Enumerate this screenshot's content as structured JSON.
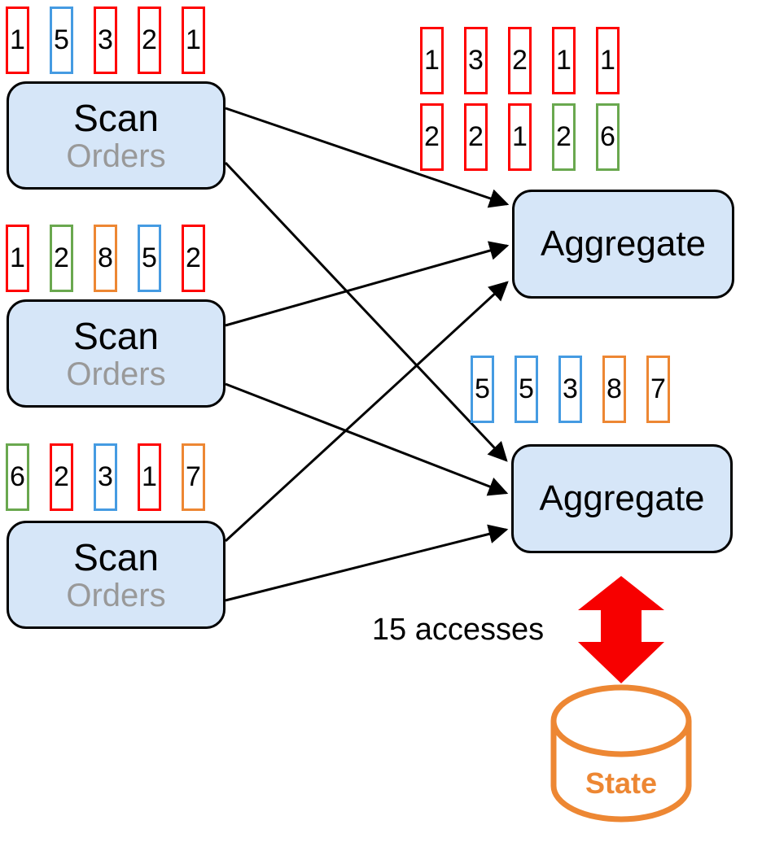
{
  "palette": {
    "red": "#ff0000",
    "green": "#6aa84f",
    "orange": "#ed8733",
    "blue": "#459be2",
    "node_fill": "#d6e6f8",
    "node_stroke": "#000000",
    "subtitle_gray": "#999999",
    "edge_black": "#000000",
    "access_arrow_red": "#f70000",
    "state_orange": "#ed8733"
  },
  "nodes": {
    "scans": [
      {
        "title": "Scan",
        "subtitle": "Orders"
      },
      {
        "title": "Scan",
        "subtitle": "Orders"
      },
      {
        "title": "Scan",
        "subtitle": "Orders"
      }
    ],
    "aggregates": [
      {
        "title": "Aggregate"
      },
      {
        "title": "Aggregate"
      }
    ]
  },
  "tuple_rows": {
    "scan1": [
      {
        "value": "1",
        "color": "red"
      },
      {
        "value": "5",
        "color": "blue"
      },
      {
        "value": "3",
        "color": "red"
      },
      {
        "value": "2",
        "color": "red"
      },
      {
        "value": "1",
        "color": "red"
      }
    ],
    "scan2": [
      {
        "value": "1",
        "color": "red"
      },
      {
        "value": "2",
        "color": "green"
      },
      {
        "value": "8",
        "color": "orange"
      },
      {
        "value": "5",
        "color": "blue"
      },
      {
        "value": "2",
        "color": "red"
      }
    ],
    "scan3": [
      {
        "value": "6",
        "color": "green"
      },
      {
        "value": "2",
        "color": "red"
      },
      {
        "value": "3",
        "color": "blue"
      },
      {
        "value": "1",
        "color": "red"
      },
      {
        "value": "7",
        "color": "orange"
      }
    ],
    "agg1_row1": [
      {
        "value": "1",
        "color": "red"
      },
      {
        "value": "3",
        "color": "red"
      },
      {
        "value": "2",
        "color": "red"
      },
      {
        "value": "1",
        "color": "red"
      },
      {
        "value": "1",
        "color": "red"
      }
    ],
    "agg1_row2": [
      {
        "value": "2",
        "color": "red"
      },
      {
        "value": "2",
        "color": "red"
      },
      {
        "value": "1",
        "color": "red"
      },
      {
        "value": "2",
        "color": "green"
      },
      {
        "value": "6",
        "color": "green"
      }
    ],
    "agg2_row1": [
      {
        "value": "5",
        "color": "blue"
      },
      {
        "value": "5",
        "color": "blue"
      },
      {
        "value": "3",
        "color": "blue"
      },
      {
        "value": "8",
        "color": "orange"
      },
      {
        "value": "7",
        "color": "orange"
      }
    ]
  },
  "annotations": {
    "state_accesses": "15 accesses",
    "state_label": "State"
  }
}
